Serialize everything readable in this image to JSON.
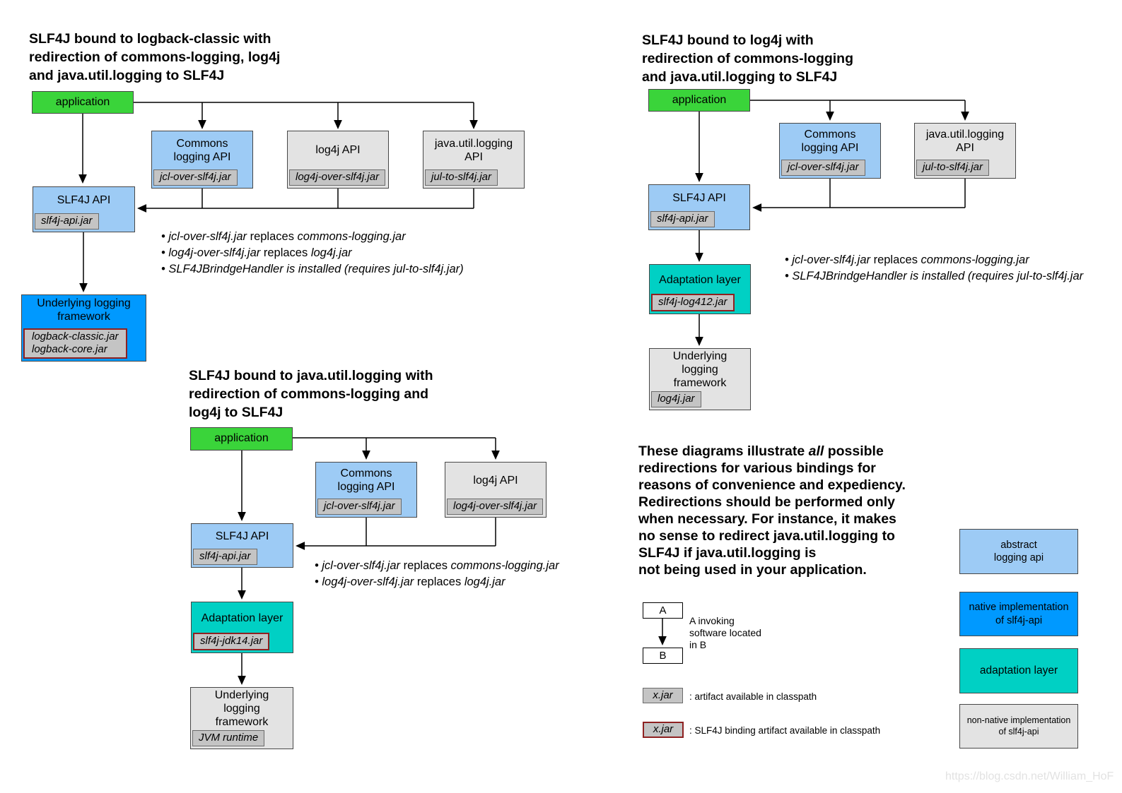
{
  "colors": {
    "application_green": "#3AD43A",
    "abstract_api_lightblue": "#9DCBF5",
    "native_impl_blue": "#0099FF",
    "adaptation_teal": "#00D0C4",
    "non_native_gray": "#E3E3E3",
    "jar_tag_gray": "#C4C4C4",
    "binding_border_red": "#8E2121"
  },
  "d1": {
    "title": "SLF4J bound to logback-classic with\nredirection of commons-logging, log4j\nand java.util.logging to SLF4J",
    "application": "application",
    "commons": {
      "label": "Commons\nlogging API",
      "jar": "jcl-over-slf4j.jar"
    },
    "log4j": {
      "label": "log4j API",
      "jar": "log4j-over-slf4j.jar"
    },
    "jul": {
      "label": "java.util.logging\nAPI",
      "jar": "jul-to-slf4j.jar"
    },
    "slf4j": {
      "label": "SLF4J API",
      "jar": "slf4j-api.jar"
    },
    "underlying": {
      "label": "Underlying logging\nframework",
      "jar": "logback-classic.jar\nlogback-core.jar"
    },
    "bullets": [
      {
        "a": "• jcl-over-slf4j.jar",
        "b": " replaces ",
        "c": "commons-logging.jar"
      },
      {
        "a": "• log4j-over-slf4j.jar",
        "b": " replaces ",
        "c": "log4j.jar"
      },
      {
        "a": "• SLF4JBrindgeHandler is installed (requires jul-to-slf4j.jar)",
        "b": "",
        "c": ""
      }
    ]
  },
  "d2": {
    "title": "SLF4J bound to log4j with\nredirection of commons-logging\nand java.util.logging to SLF4J",
    "application": "application",
    "commons": {
      "label": "Commons\nlogging API",
      "jar": "jcl-over-slf4j.jar"
    },
    "jul": {
      "label": "java.util.logging\nAPI",
      "jar": "jul-to-slf4j.jar"
    },
    "slf4j": {
      "label": "SLF4J API",
      "jar": "slf4j-api.jar"
    },
    "adaptation": {
      "label": "Adaptation layer",
      "jar": "slf4j-log412.jar"
    },
    "underlying": {
      "label": "Underlying\nlogging\nframework",
      "jar": "log4j.jar"
    },
    "bullets": [
      {
        "a": "• jcl-over-slf4j.jar",
        "b": " replaces ",
        "c": "commons-logging.jar"
      },
      {
        "a": "• SLF4JBrindgeHandler is installed (requires jul-to-slf4j.jar",
        "b": "",
        "c": ""
      }
    ]
  },
  "d3": {
    "title": "SLF4J bound to java.util.logging with\nredirection of commons-logging and\nlog4j to SLF4J",
    "application": "application",
    "commons": {
      "label": "Commons\nlogging API",
      "jar": "jcl-over-slf4j.jar"
    },
    "log4j": {
      "label": "log4j API",
      "jar": "log4j-over-slf4j.jar"
    },
    "slf4j": {
      "label": "SLF4J API",
      "jar": "slf4j-api.jar"
    },
    "adaptation": {
      "label": "Adaptation layer",
      "jar": "slf4j-jdk14.jar"
    },
    "underlying": {
      "label": "Underlying\nlogging\nframework",
      "jar": "JVM runtime"
    },
    "bullets": [
      {
        "a": "• jcl-over-slf4j.jar",
        "b": " replaces ",
        "c": "commons-logging.jar"
      },
      {
        "a": "• log4j-over-slf4j.jar",
        "b": " replaces ",
        "c": "log4j.jar"
      }
    ]
  },
  "note": {
    "line1": {
      "a": "These diagrams illustrate ",
      "b": "all",
      "c": " possible"
    },
    "rest": [
      "redirections for various bindings for",
      "reasons of convenience and expediency.",
      "Redirections should be performed only",
      "when necessary. For instance, it makes",
      "no sense to redirect java.util.logging to",
      "SLF4J if java.util.logging is",
      "not being used in your application."
    ]
  },
  "legend": {
    "a": "A",
    "b": "B",
    "ab_caption": "A invoking\nsoftware located\nin B",
    "xjar": "x.jar",
    "artifact_caption": ": artifact available in classpath",
    "binding_caption": ": SLF4J binding artifact available in classpath"
  },
  "swatches": [
    {
      "label": "abstract\nlogging api"
    },
    {
      "label": "native implementation\nof slf4j-api"
    },
    {
      "label": "adaptation layer"
    },
    {
      "label": "non-native implementation\nof slf4j-api"
    }
  ],
  "watermark": "https://blog.csdn.net/William_HoF"
}
